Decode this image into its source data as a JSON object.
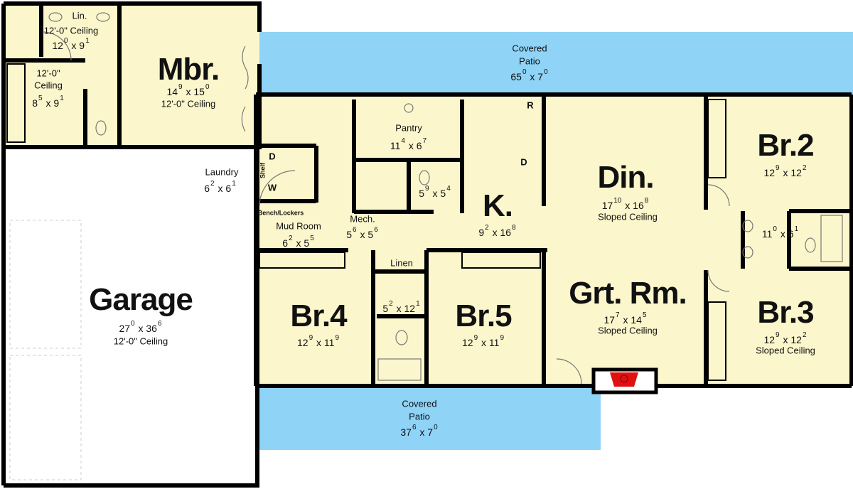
{
  "colors": {
    "floor": "#fbf6cc",
    "patio": "#8fd3f7",
    "garage": "#ffffff",
    "wall": "#000000",
    "fireplace": "#e01010"
  },
  "rooms": {
    "mbr": {
      "name": "Mbr.",
      "dim": [
        "14",
        "9",
        "15",
        "0"
      ],
      "note": "12'-0\" Ceiling"
    },
    "master_bath": {
      "name": "Lin.",
      "dim": [
        "12",
        "0",
        "9",
        "1"
      ],
      "note": "12'-0\" Ceiling"
    },
    "master_closet": {
      "note1": "12'-0\"",
      "note2": "Ceiling",
      "dim": [
        "8",
        "5",
        "9",
        "1"
      ]
    },
    "garage": {
      "name": "Garage",
      "dim": [
        "27",
        "0",
        "36",
        "6"
      ],
      "note": "12'-0\" Ceiling"
    },
    "laundry": {
      "name": "Laundry",
      "dim": [
        "6",
        "2",
        "6",
        "1"
      ],
      "dryer": "D",
      "washer": "W",
      "shelf": "Shelf"
    },
    "mud_room": {
      "name": "Mud Room",
      "dim": [
        "6",
        "2",
        "5",
        "5"
      ],
      "bench": "Bench/Lockers"
    },
    "mech": {
      "name": "Mech.",
      "dim": [
        "5",
        "6",
        "5",
        "6"
      ]
    },
    "pantry": {
      "name": "Pantry",
      "dim": [
        "11",
        "4",
        "6",
        "7"
      ]
    },
    "half_bath": {
      "dim": [
        "5",
        "9",
        "5",
        "4"
      ]
    },
    "kitchen": {
      "name": "K.",
      "dim": [
        "9",
        "2",
        "16",
        "8"
      ],
      "fridge": "R",
      "dishwasher": "D"
    },
    "dining": {
      "name": "Din.",
      "dim": [
        "17",
        "10",
        "16",
        "8"
      ],
      "note": "Sloped Ceiling"
    },
    "great_room": {
      "name": "Grt. Rm.",
      "dim": [
        "17",
        "7",
        "14",
        "5"
      ],
      "note": "Sloped Ceiling"
    },
    "br2": {
      "name": "Br.2",
      "dim": [
        "12",
        "9",
        "12",
        "2"
      ]
    },
    "jack_bath": {
      "dim": [
        "11",
        "0",
        "6",
        "1"
      ]
    },
    "br3": {
      "name": "Br.3",
      "dim": [
        "12",
        "9",
        "12",
        "2"
      ],
      "note": "Sloped Ceiling"
    },
    "br4": {
      "name": "Br.4",
      "dim": [
        "12",
        "9",
        "11",
        "9"
      ]
    },
    "br5": {
      "name": "Br.5",
      "dim": [
        "12",
        "9",
        "11",
        "9"
      ]
    },
    "linen": {
      "name": "Linen"
    },
    "hall_bath": {
      "dim": [
        "5",
        "2",
        "12",
        "1"
      ]
    },
    "patio_rear": {
      "name1": "Covered",
      "name2": "Patio",
      "dim": [
        "65",
        "0",
        "7",
        "0"
      ]
    },
    "patio_front": {
      "name1": "Covered",
      "name2": "Patio",
      "dim": [
        "37",
        "6",
        "7",
        "0"
      ]
    }
  }
}
